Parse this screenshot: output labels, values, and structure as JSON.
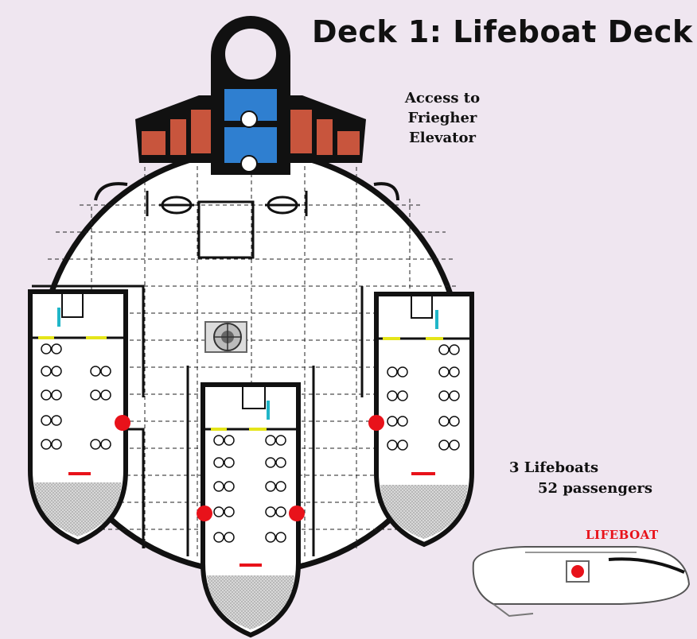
{
  "title": "Deck 1: Lifeboat Deck",
  "access_label": [
    "Access to",
    "Friegher",
    "Elevator"
  ],
  "lifeboat_count": "3 Lifeboats",
  "passenger_count": "52 passengers",
  "lifeboat_side_label": "LIFEBOAT",
  "colors": {
    "background": "#efe6f0",
    "walls": "#111111",
    "elevator": "#2f7fd0",
    "engine": "#c8553d",
    "hatch": "#e8121a",
    "door_marker": "#e5e51a",
    "window": "#20b6c8",
    "hull_floor": "#ffffff"
  },
  "icons": [
    "elevator-icon",
    "ladder-hatch-icon",
    "seat-icon",
    "airlock-icon",
    "toilet-icon"
  ]
}
